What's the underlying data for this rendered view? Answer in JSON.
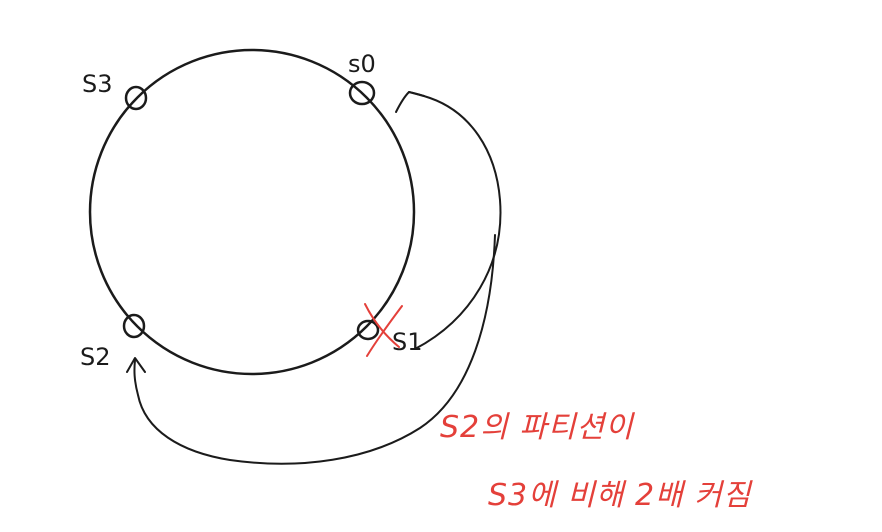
{
  "diagram": {
    "nodes": [
      {
        "id": "s0",
        "label": "s0",
        "failed": false
      },
      {
        "id": "s1",
        "label": "S1",
        "failed": true
      },
      {
        "id": "s2",
        "label": "S2",
        "failed": false
      },
      {
        "id": "s3",
        "label": "S3",
        "failed": false
      }
    ],
    "edges": [
      {
        "from": "s1",
        "to": "s0",
        "style": "hand-drawn-arrow"
      },
      {
        "from": "s1",
        "to": "s2",
        "style": "hand-drawn-arrow"
      }
    ],
    "annotation": {
      "line1": "S2의 파티션이",
      "line2": "S3에 비해 2배 커짐"
    },
    "colors": {
      "ink": "#1b1b1b",
      "annotation": "#e4403a",
      "cross": "#e4403a"
    }
  }
}
